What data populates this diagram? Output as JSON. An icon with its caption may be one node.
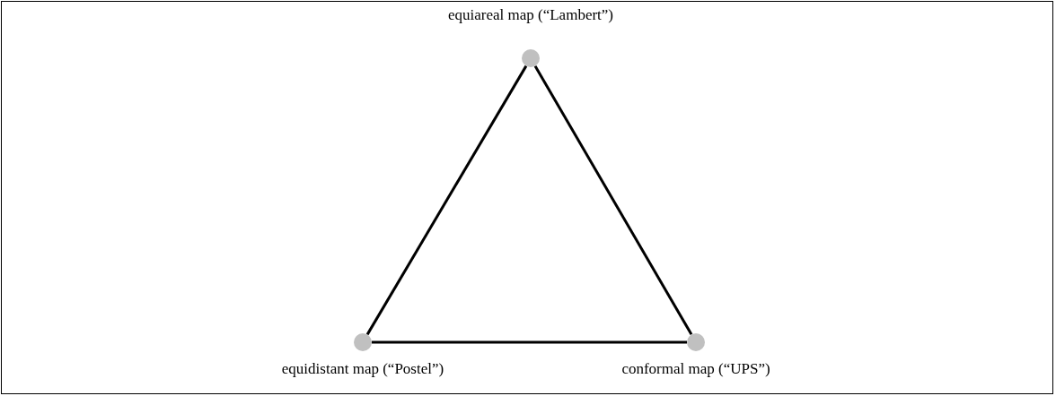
{
  "diagram": {
    "nodes": [
      {
        "text": [],
        "shape": "circle",
        "beside": [
          "equiareal map (“Lambert”)"
        ]
      },
      {
        "text": [],
        "shape": "circle",
        "beside": [
          "equidistant map (“Postel”)"
        ]
      },
      {
        "text": [],
        "shape": "circle",
        "beside": [
          "conformal map (“UPS”)"
        ]
      }
    ],
    "edges": [
      {
        "from": 0,
        "to": 1,
        "arrow": "none"
      },
      {
        "from": 1,
        "to": 2,
        "arrow": "none"
      },
      {
        "from": 2,
        "to": 0,
        "arrow": "none"
      }
    ]
  }
}
